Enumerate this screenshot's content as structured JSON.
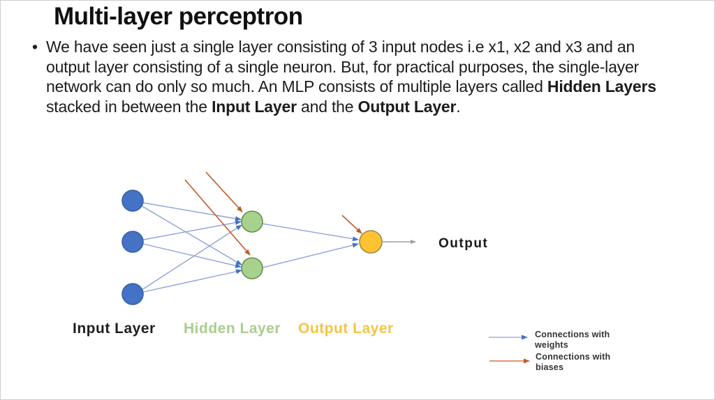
{
  "slide": {
    "title": "Multi-layer perceptron",
    "bullet_marker": "•",
    "paragraph_segments": [
      {
        "text": "We have seen just a single layer consisting of 3 input nodes i.e x1, x2 and x3 and an output layer consisting of a single neuron. But, for practical purposes, the single-layer network can do only so much. An MLP consists of multiple layers called ",
        "bold": false
      },
      {
        "text": "Hidden Layers",
        "bold": true
      },
      {
        "text": " stacked in between the ",
        "bold": false
      },
      {
        "text": "Input Layer",
        "bold": true
      },
      {
        "text": " and the ",
        "bold": false
      },
      {
        "text": "Output Layer",
        "bold": true
      },
      {
        "text": ".",
        "bold": false
      }
    ]
  },
  "diagram": {
    "labels": {
      "input_layer": "Input Layer",
      "hidden_layer": "Hidden Layer",
      "output_layer": "Output Layer",
      "output": "Output"
    },
    "legend": {
      "weights_line1": "Connections with",
      "weights_line2": "weights",
      "biases_line1": "Connections with",
      "biases_line2": "biases"
    },
    "colors": {
      "input_node_fill": "#4472c4",
      "input_node_stroke": "#355da8",
      "hidden_node_fill": "#a9d18e",
      "hidden_node_stroke": "#618f4c",
      "output_node_fill": "#fec233",
      "output_node_stroke": "#98894d",
      "weight_line": "#8ea2d6",
      "weight_arrow": "#4472c4",
      "bias_line": "#c05a28",
      "output_arrow": "#9e9e9e",
      "input_label_color": "#1f1f1f",
      "hidden_label_color": "#a8ce8d",
      "output_layer_label_color": "#f3c542",
      "output_label_color": "#1a1a1a",
      "legend_text_color": "#333333"
    }
  }
}
